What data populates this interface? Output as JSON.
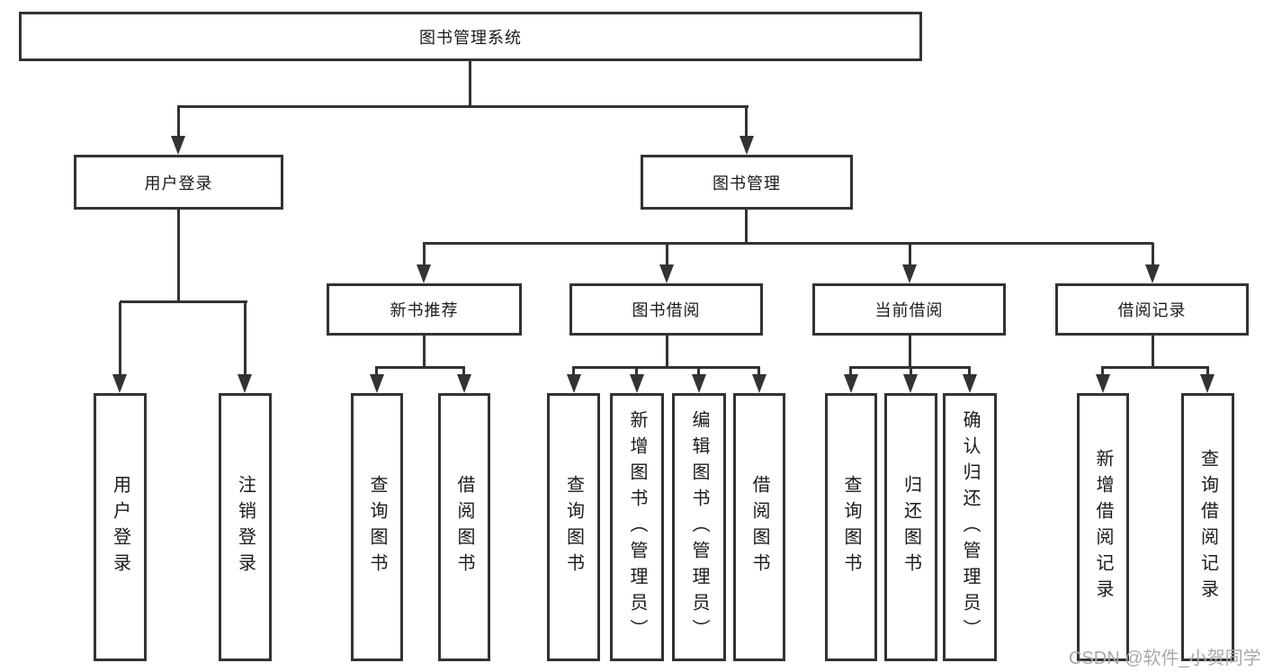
{
  "diagram": {
    "title_node": "图书管理系统",
    "root": {
      "label": "图书管理系统"
    },
    "branches": [
      {
        "label": "用户登录",
        "leaves": [
          "用户登录",
          "注销登录"
        ]
      },
      {
        "label": "图书管理",
        "groups": [
          {
            "label": "新书推荐",
            "leaves": [
              "查询图书",
              "借阅图书"
            ]
          },
          {
            "label": "图书借阅",
            "leaves": [
              "查询图书",
              "新增图书（管理员）",
              "编辑图书（管理员）",
              "借阅图书"
            ]
          },
          {
            "label": "当前借阅",
            "leaves": [
              "查询图书",
              "归还图书",
              "确认归还（管理员）"
            ]
          },
          {
            "label": "借阅记录",
            "leaves": [
              "新增借阅记录",
              "查询借阅记录"
            ]
          }
        ]
      }
    ],
    "watermark": "CSDN @软件_小贺同学",
    "colors": {
      "line": "#333333",
      "text": "#1a1a1a",
      "background": "#ffffff",
      "watermark": "#a9a9a9"
    }
  }
}
